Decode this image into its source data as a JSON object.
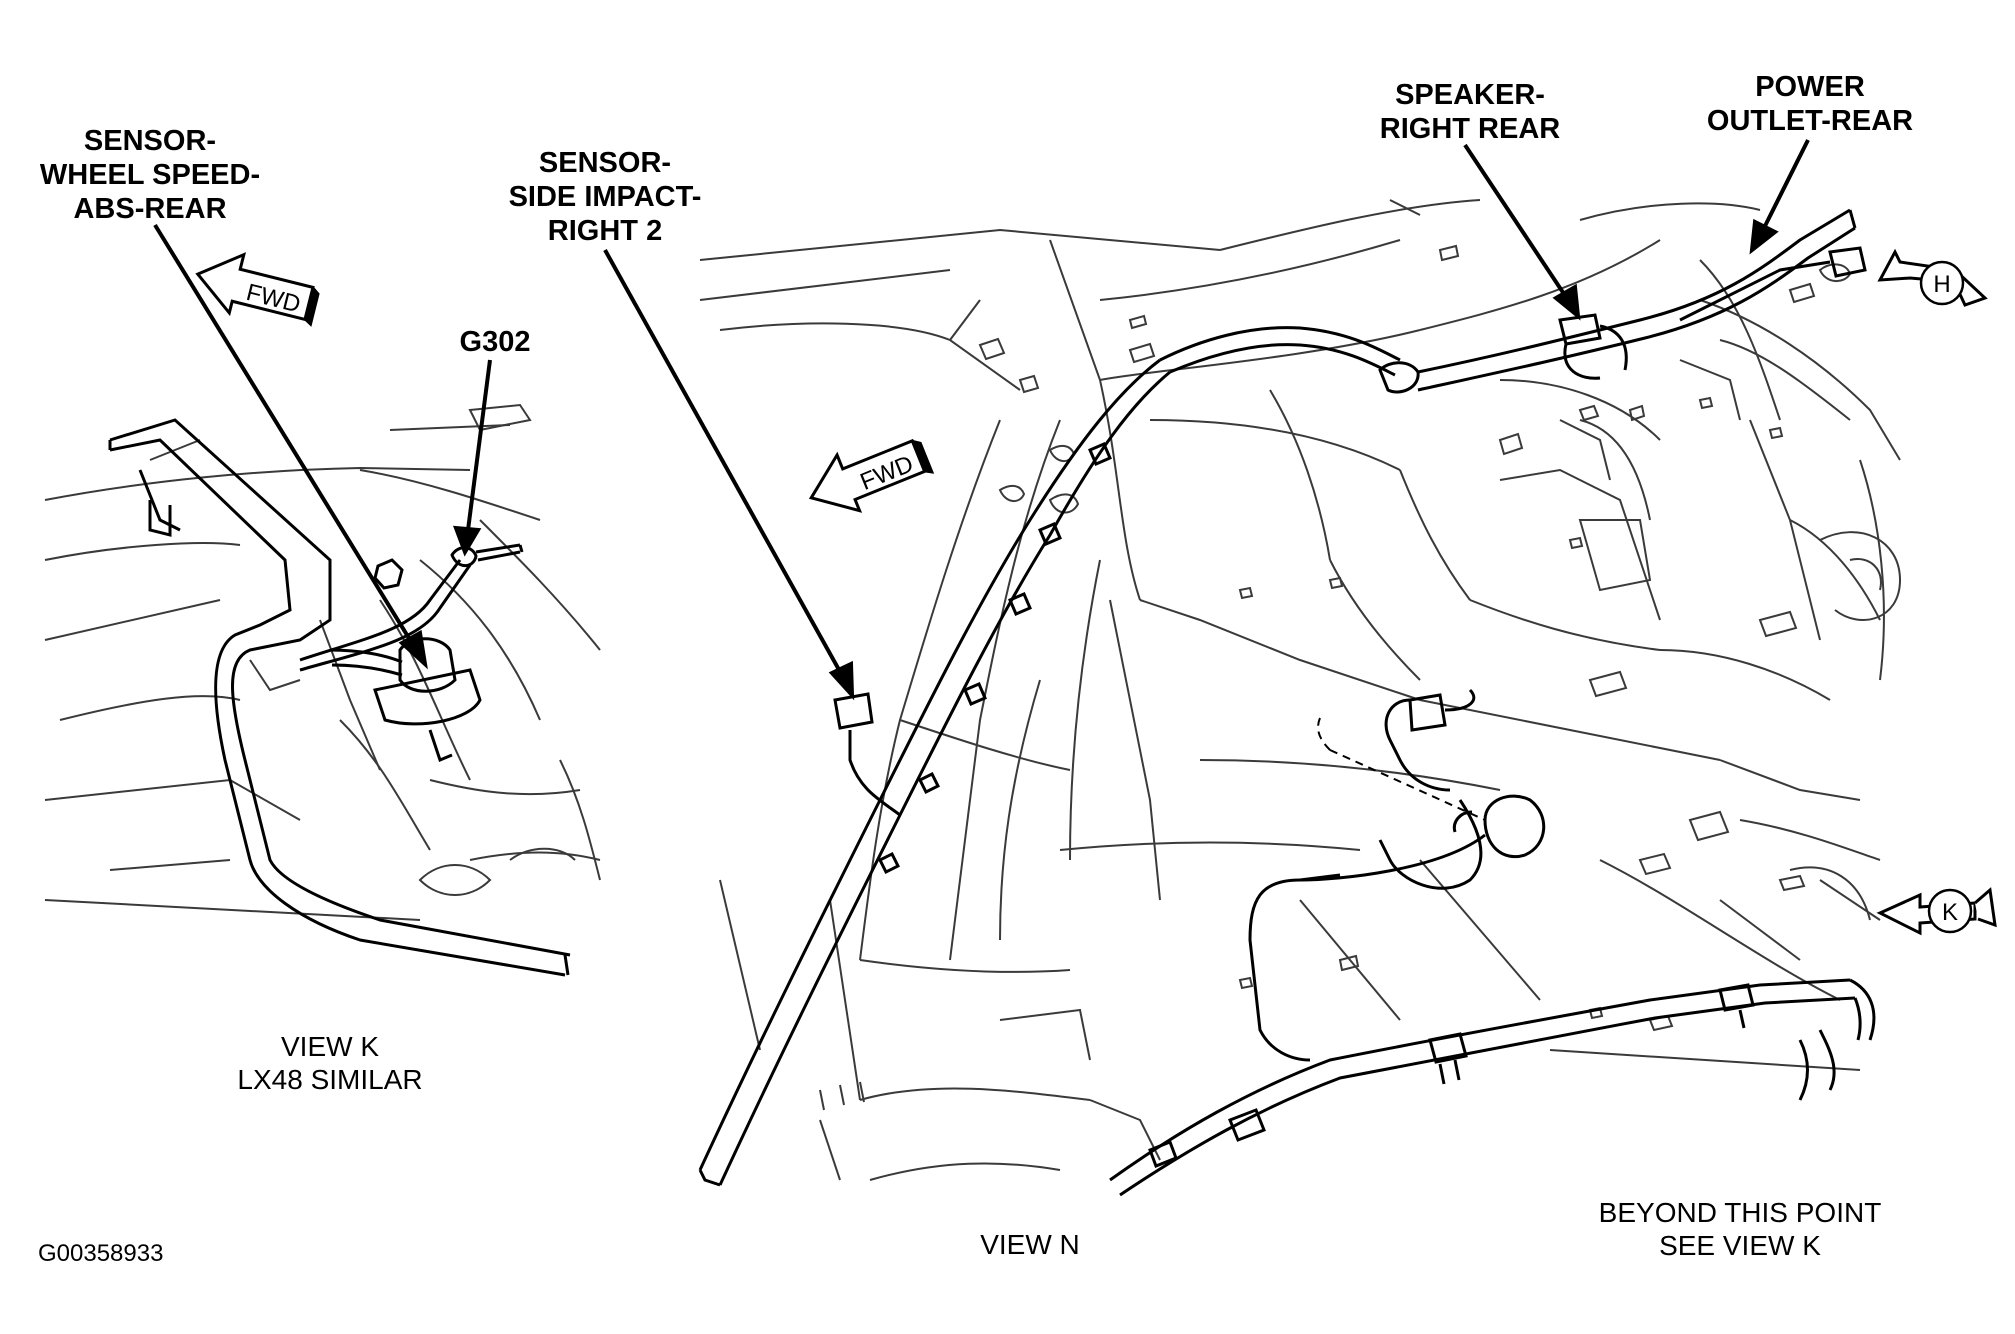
{
  "figure_id": "G00358933",
  "colors": {
    "ink": "#000000",
    "paper": "#ffffff",
    "linework": "#3a3a3a"
  },
  "views": {
    "k": {
      "title": "VIEW K",
      "note": "LX48 SIMILAR"
    },
    "n": {
      "title": "VIEW N"
    },
    "beyond": {
      "line1": "BEYOND THIS POINT",
      "line2": "SEE VIEW K"
    }
  },
  "callouts": {
    "wheel_speed": {
      "line1": "SENSOR-",
      "line2": "WHEEL SPEED-",
      "line3": "ABS-REAR"
    },
    "g302": {
      "line1": "G302"
    },
    "side_impact": {
      "line1": "SENSOR-",
      "line2": "SIDE IMPACT-",
      "line3": "RIGHT 2"
    },
    "speaker": {
      "line1": "SPEAKER-",
      "line2": "RIGHT REAR"
    },
    "power_outlet": {
      "line1": "POWER",
      "line2": "OUTLET-REAR"
    }
  },
  "markers": {
    "fwd_k": "FWD",
    "fwd_n": "FWD",
    "view_h": "H",
    "view_k": "K"
  }
}
